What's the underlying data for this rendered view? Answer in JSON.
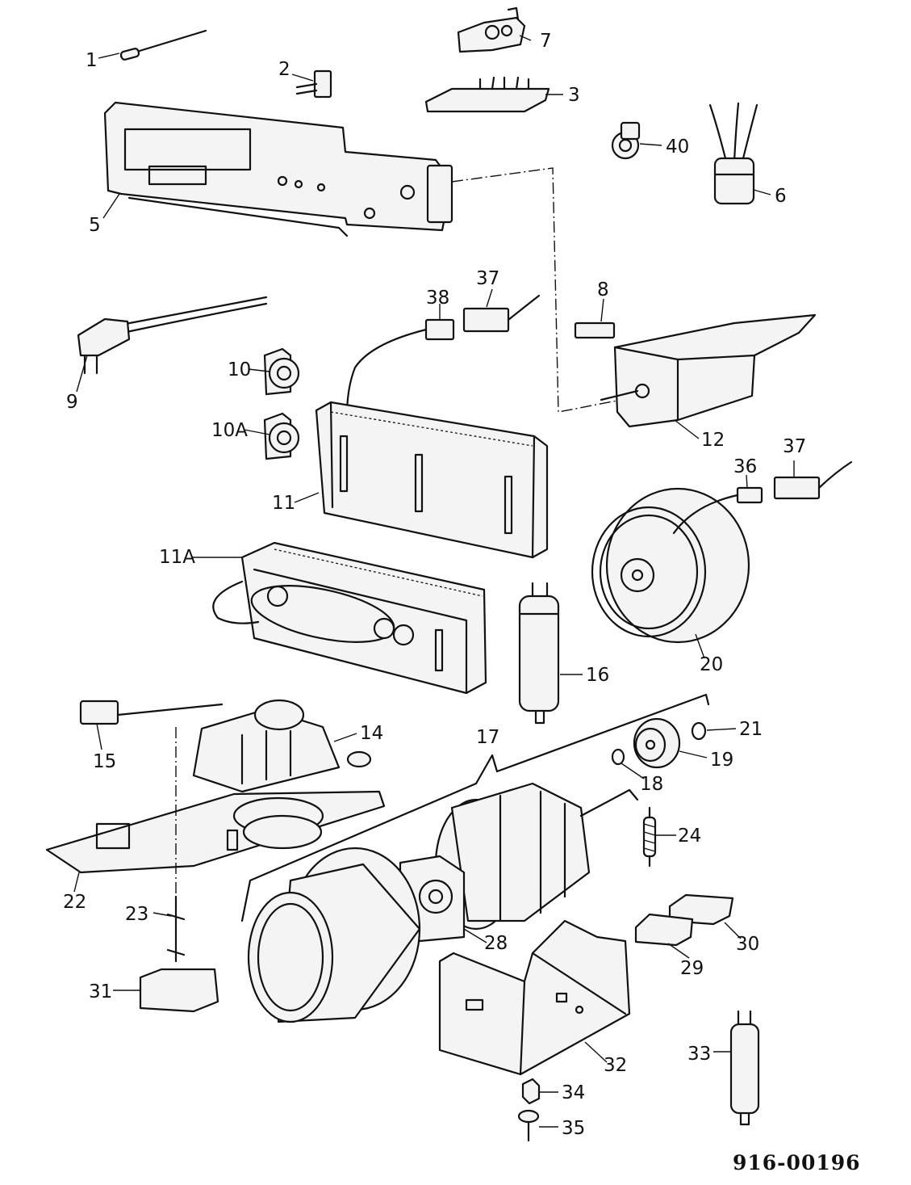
{
  "callouts": {
    "c1": "1",
    "c2": "2",
    "c3": "3",
    "c5": "5",
    "c6": "6",
    "c7": "7",
    "c8": "8",
    "c9": "9",
    "c10": "10",
    "c10a": "10A",
    "c11": "11",
    "c11a": "11A",
    "c12": "12",
    "c14": "14",
    "c15": "15",
    "c16": "16",
    "c17": "17",
    "c18": "18",
    "c19": "19",
    "c20": "20",
    "c21": "21",
    "c22": "22",
    "c23": "23",
    "c24": "24",
    "c28": "28",
    "c29": "29",
    "c30": "30",
    "c31": "31",
    "c32": "32",
    "c33": "33",
    "c34": "34",
    "c35": "35",
    "c36": "36",
    "c37a": "37",
    "c37b": "37",
    "c38": "38",
    "c40": "40"
  },
  "document_number": "916-00196"
}
